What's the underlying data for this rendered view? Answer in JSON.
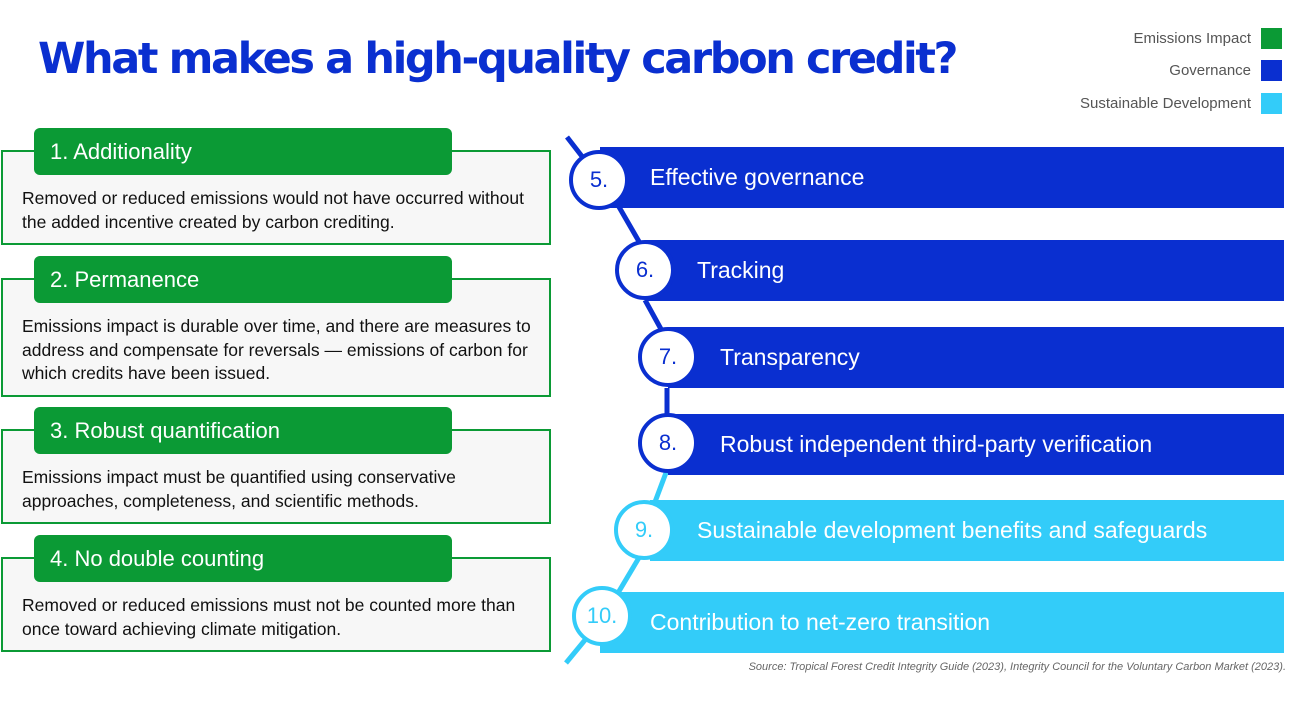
{
  "title": "What makes a high-quality carbon credit?",
  "legend": [
    {
      "label": "Emissions Impact",
      "color": "#0b9a35"
    },
    {
      "label": "Governance",
      "color": "#0a2fd0"
    },
    {
      "label": "Sustainable Development",
      "color": "#33ccf9"
    }
  ],
  "criteria_left": [
    {
      "heading": "1. Additionality",
      "text": "Removed or reduced emissions would not have occurred without the added incentive created by carbon crediting."
    },
    {
      "heading": "2. Permanence",
      "text": "Emissions impact is durable over time, and there are measures to address and compensate for reversals — emissions of carbon for which credits have been issued."
    },
    {
      "heading": "3. Robust quantification",
      "text": "Emissions impact must be quantified using conservative approaches, completeness, and scientific methods."
    },
    {
      "heading": "4. No double counting",
      "text": "Removed or reduced emissions must not be counted more than once toward achieving climate mitigation."
    }
  ],
  "criteria_right": [
    {
      "number": "5.",
      "label": "Effective governance",
      "category": "Governance"
    },
    {
      "number": "6.",
      "label": "Tracking",
      "category": "Governance"
    },
    {
      "number": "7.",
      "label": "Transparency",
      "category": "Governance"
    },
    {
      "number": "8.",
      "label": "Robust independent third-party verification",
      "category": "Governance"
    },
    {
      "number": "9.",
      "label": "Sustainable development benefits and safeguards",
      "category": "Sustainable Development"
    },
    {
      "number": "10.",
      "label": "Contribution to net-zero transition",
      "category": "Sustainable Development"
    }
  ],
  "colors": {
    "emissions": "#0b9a35",
    "governance": "#0a2fd0",
    "sustainable": "#33ccf9"
  },
  "source": "Source: Tropical Forest Credit Integrity Guide (2023), Integrity Council for the Voluntary Carbon Market (2023)."
}
